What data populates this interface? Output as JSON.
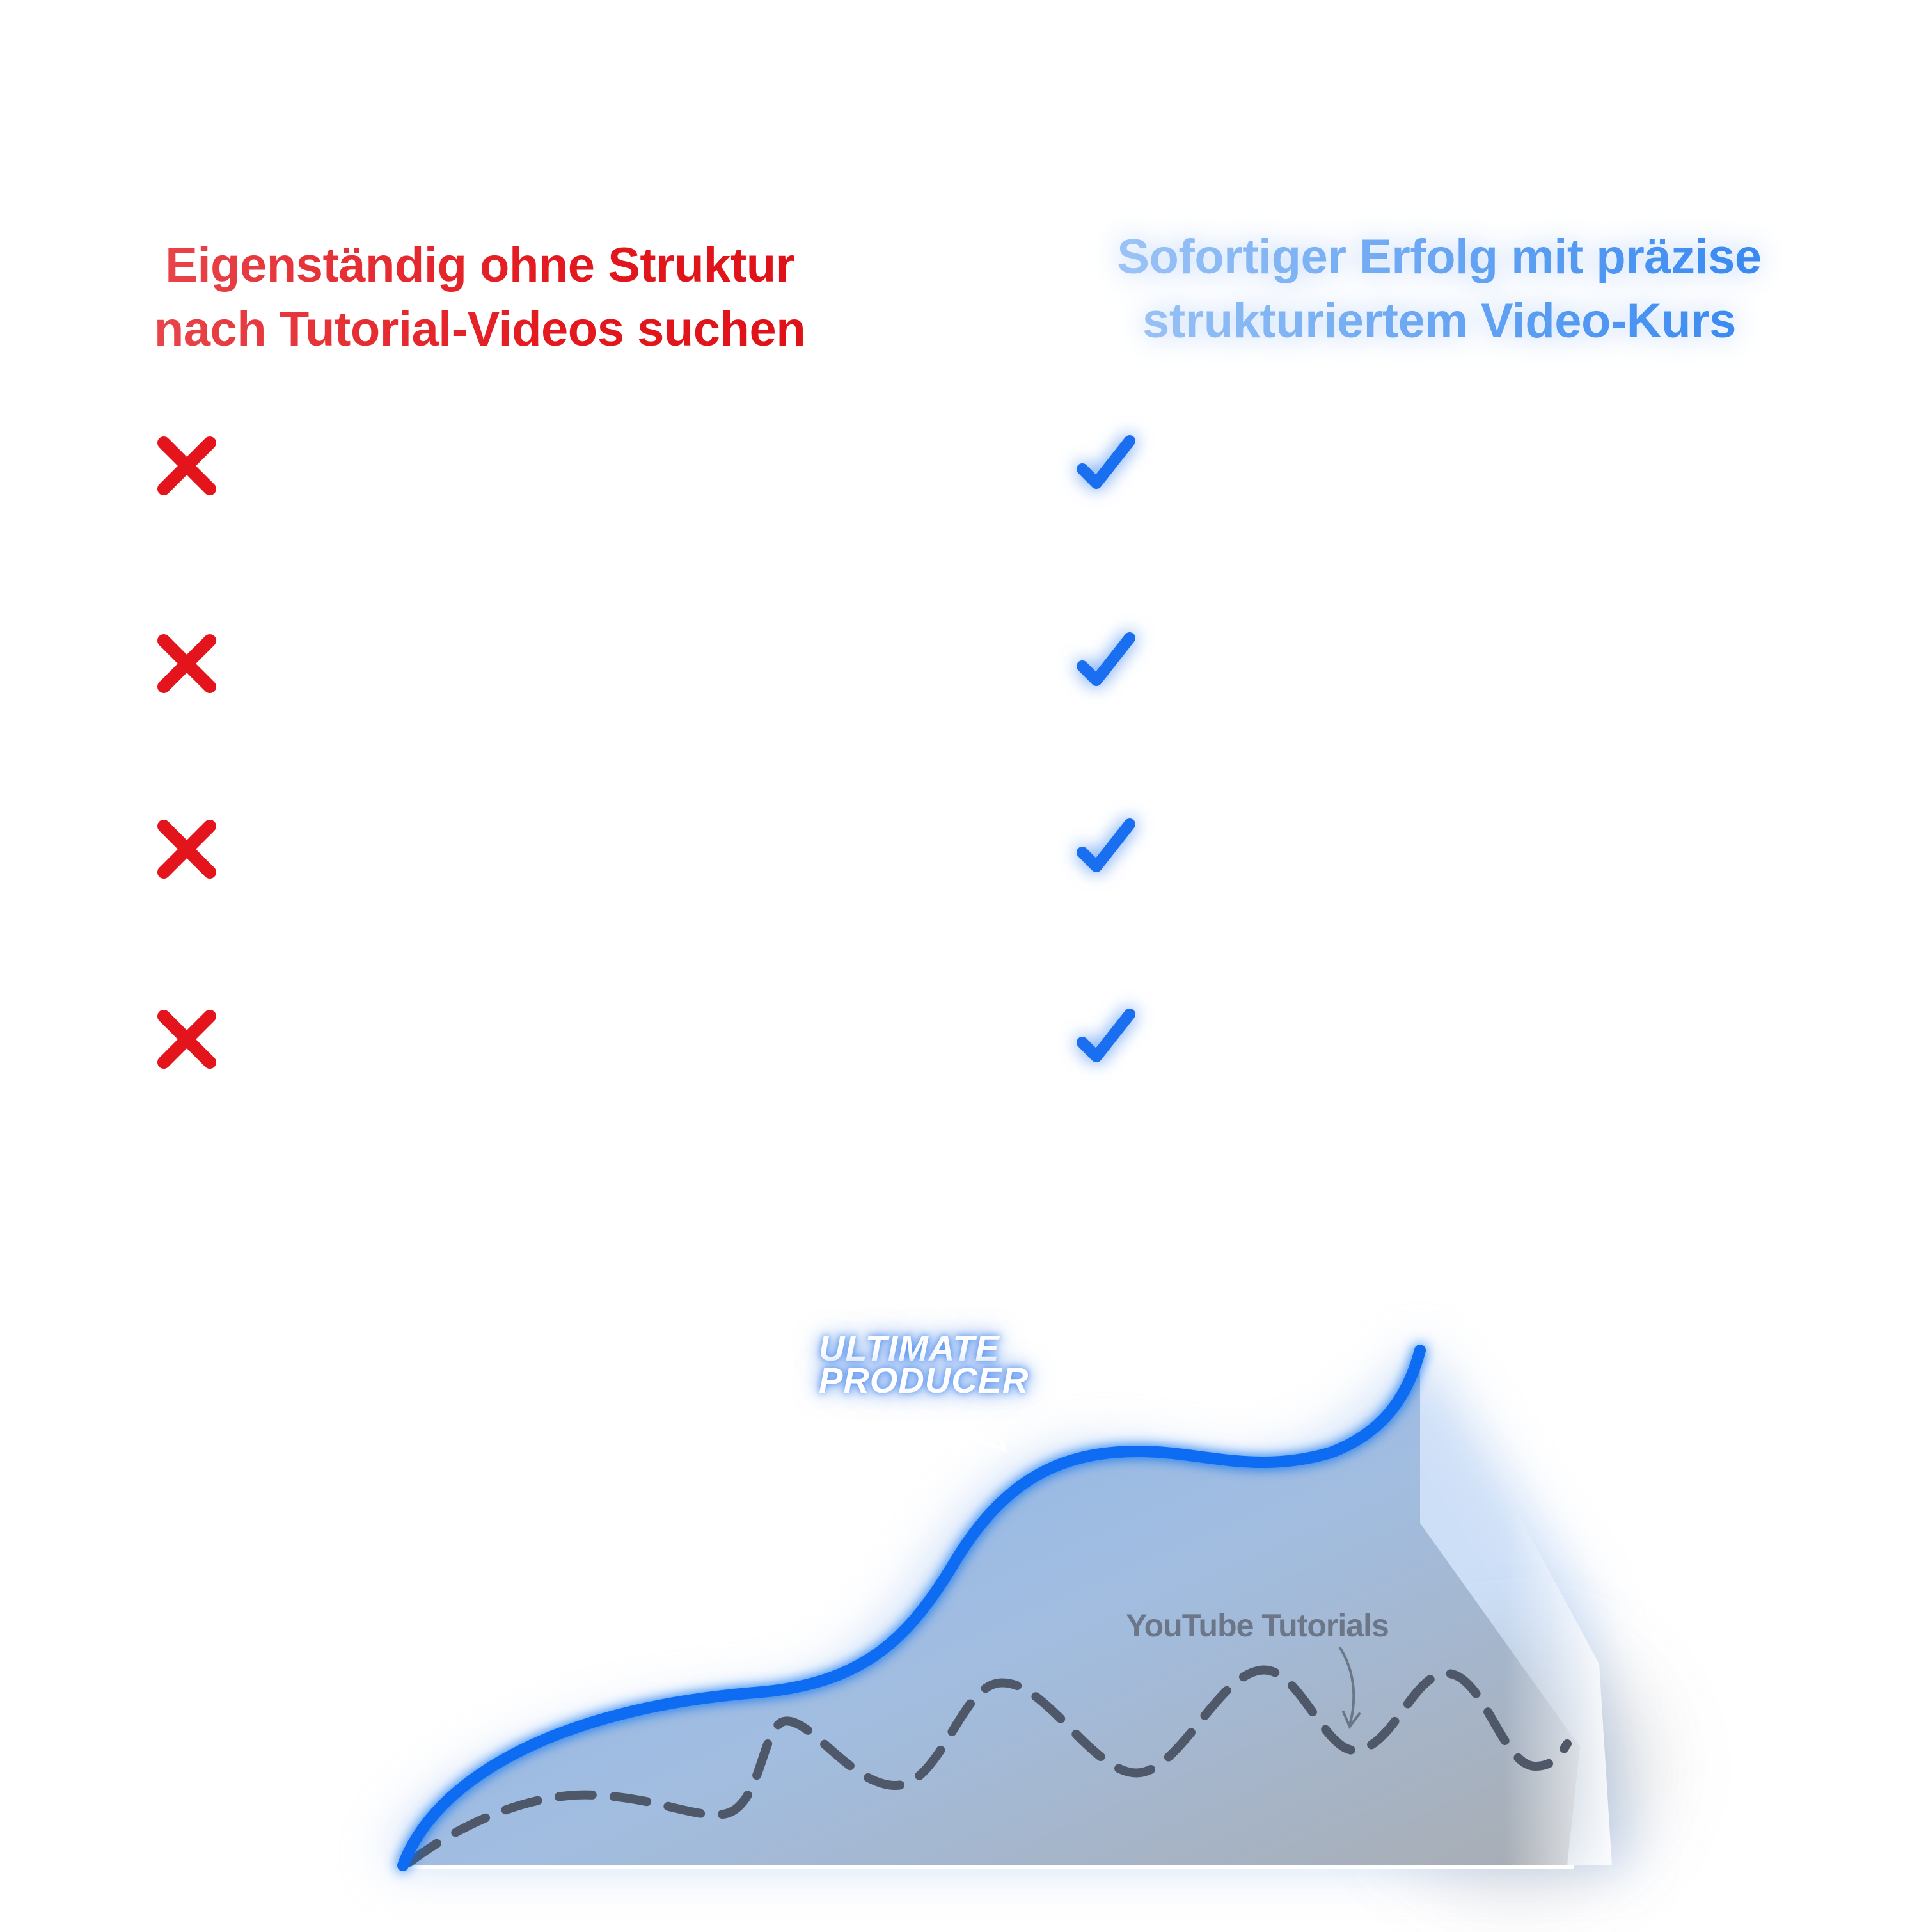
{
  "comparison": {
    "left_heading": {
      "line1": "Eigenständig ohne Struktur",
      "line2": "nach Tutorial-Videos suchen"
    },
    "right_heading": {
      "line1": "Sofortiger Erfolg mit präzise",
      "line2": "strukturiertem Video-Kurs"
    },
    "row_count": 4,
    "colors": {
      "cross": "#e3141b",
      "check": "#1a6ff0"
    },
    "icons": {
      "left": "cross-icon",
      "right": "check-icon"
    }
  },
  "graph": {
    "label_primary": {
      "line1": "ULTIMATE",
      "line2": "PRODUCER"
    },
    "label_secondary": "YouTube Tutorials",
    "colors": {
      "primary_line": "#0b6cf2",
      "secondary_line": "#4f5868",
      "fill_top": "#8ab6ee",
      "fill_bottom": "#a9adb3"
    }
  }
}
